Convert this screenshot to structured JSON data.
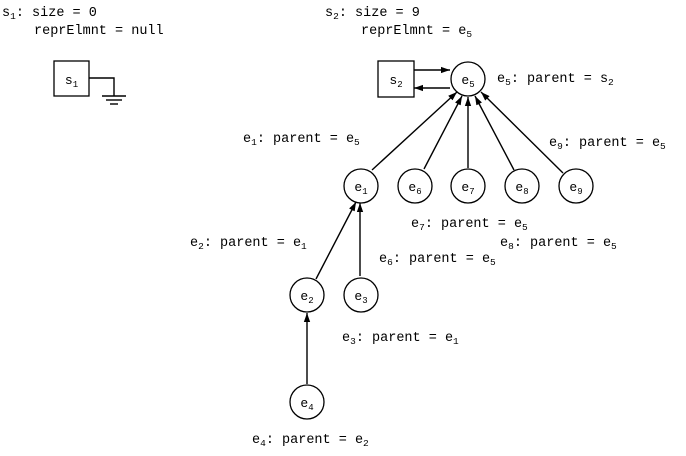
{
  "sets": [
    {
      "id": "s1",
      "name": "s",
      "name_sub": "1",
      "line1_rest": ": size = 0",
      "line2": "reprElmnt = null",
      "line2_sub": "",
      "box_label": "s",
      "box_sub": "1"
    },
    {
      "id": "s2",
      "name": "s",
      "name_sub": "2",
      "line1_rest": ": size = 9",
      "line2": "reprElmnt = e",
      "line2_sub": "5",
      "box_label": "s",
      "box_sub": "2"
    }
  ],
  "elements": [
    {
      "id": "e1",
      "label": "e",
      "sub": "1"
    },
    {
      "id": "e2",
      "label": "e",
      "sub": "2"
    },
    {
      "id": "e3",
      "label": "e",
      "sub": "3"
    },
    {
      "id": "e4",
      "label": "e",
      "sub": "4"
    },
    {
      "id": "e5",
      "label": "e",
      "sub": "5"
    },
    {
      "id": "e6",
      "label": "e",
      "sub": "6"
    },
    {
      "id": "e7",
      "label": "e",
      "sub": "7"
    },
    {
      "id": "e8",
      "label": "e",
      "sub": "8"
    },
    {
      "id": "e9",
      "label": "e",
      "sub": "9"
    }
  ],
  "parent_labels": [
    {
      "id": "e1",
      "a": "e",
      "a_sub": "1",
      "mid": ": parent = ",
      "b": "e",
      "b_sub": "5"
    },
    {
      "id": "e2",
      "a": "e",
      "a_sub": "2",
      "mid": ": parent = ",
      "b": "e",
      "b_sub": "1"
    },
    {
      "id": "e3",
      "a": "e",
      "a_sub": "3",
      "mid": ": parent = ",
      "b": "e",
      "b_sub": "1"
    },
    {
      "id": "e4",
      "a": "e",
      "a_sub": "4",
      "mid": ": parent = ",
      "b": "e",
      "b_sub": "2"
    },
    {
      "id": "e5",
      "a": "e",
      "a_sub": "5",
      "mid": ": parent = ",
      "b": "s",
      "b_sub": "2"
    },
    {
      "id": "e6",
      "a": "e",
      "a_sub": "6",
      "mid": ": parent = ",
      "b": "e",
      "b_sub": "5"
    },
    {
      "id": "e7",
      "a": "e",
      "a_sub": "7",
      "mid": ": parent = ",
      "b": "e",
      "b_sub": "5"
    },
    {
      "id": "e8",
      "a": "e",
      "a_sub": "8",
      "mid": ": parent = ",
      "b": "e",
      "b_sub": "5"
    },
    {
      "id": "e9",
      "a": "e",
      "a_sub": "9",
      "mid": ": parent = ",
      "b": "e",
      "b_sub": "5"
    }
  ],
  "colors": {
    "stroke": "#000000",
    "background": "#ffffff"
  }
}
